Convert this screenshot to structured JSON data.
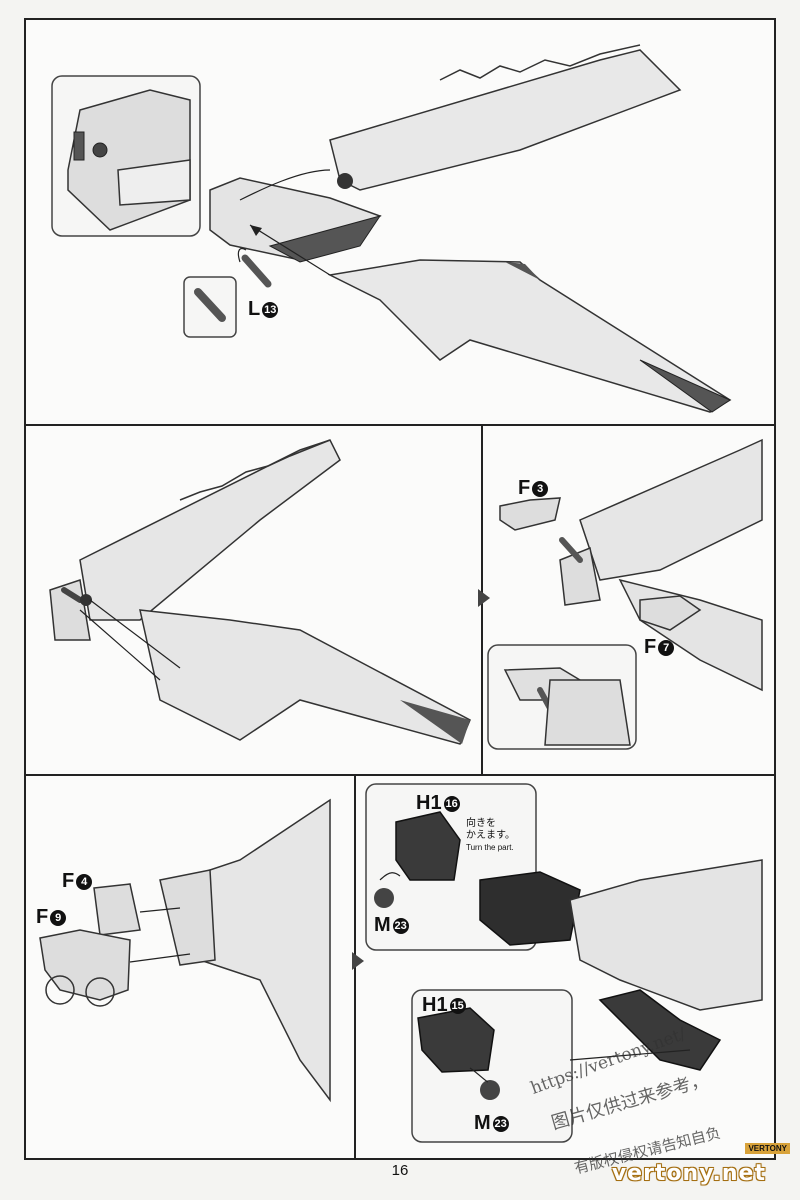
{
  "page_number": "16",
  "panel1": {
    "part_L": "L",
    "part_L_num": "13"
  },
  "panel2": {
    "part_F3": "F",
    "part_F3_num": "3",
    "part_F7": "F",
    "part_F7_num": "7"
  },
  "panel3": {
    "part_F4": "F",
    "part_F4_num": "4",
    "part_F9": "F",
    "part_F9_num": "9"
  },
  "panel4": {
    "part_H16": "H1",
    "part_H16_num": "16",
    "note_jp_line1": "向きを",
    "note_jp_line2": "かえます。",
    "note_en": "Turn the part.",
    "part_M_top": "M",
    "part_M_top_num": "23",
    "part_H15": "H1",
    "part_H15_num": "15",
    "part_M_bottom": "M",
    "part_M_bottom_num": "23"
  },
  "watermark": {
    "url": "https://vertony.net/",
    "line1": "图片仅供过来参考，",
    "line2": "有版权侵权请告知自负"
  },
  "brand": {
    "name": "vertony.net",
    "badge": "VERTONY"
  },
  "colors": {
    "line": "#222222",
    "part_dark": "#3a3a3a",
    "part_mid": "#bdbdbd",
    "part_light": "#e6e6e6"
  }
}
